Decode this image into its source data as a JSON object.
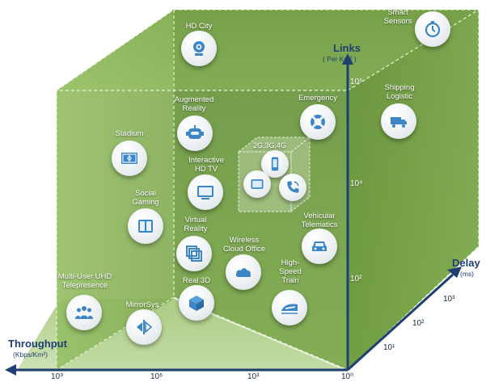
{
  "axes": {
    "links": {
      "title": "Links",
      "unit": "( Per Km² )",
      "ticks": [
        "10⁶",
        "10⁴",
        "10²"
      ]
    },
    "delay": {
      "title": "Delay",
      "unit": "(ms)",
      "ticks": [
        "10³",
        "10²",
        "10¹"
      ]
    },
    "throughput": {
      "title": "Throughput",
      "unit": "(Kbps/Km²)",
      "ticks": [
        "10⁹",
        "10⁶",
        "10³",
        "10⁰"
      ]
    }
  },
  "legacy_label": "2G,3G,4G",
  "applications": [
    {
      "label": "HD City",
      "icon": "webcam-icon"
    },
    {
      "label": "Smart\nSensors",
      "icon": "stopwatch-icon"
    },
    {
      "label": "Augmented\nReality",
      "icon": "robot-icon"
    },
    {
      "label": "Emergency",
      "icon": "lifebuoy-icon"
    },
    {
      "label": "Shipping\nLogistic",
      "icon": "truck-icon"
    },
    {
      "label": "Stadium",
      "icon": "stadium-icon"
    },
    {
      "label": "Interactive\nHD TV",
      "icon": "tv-icon"
    },
    {
      "label": "Social\nGaming",
      "icon": "gamepad-icon"
    },
    {
      "label": "Vehicular\nTelematics",
      "icon": "car-icon"
    },
    {
      "label": "Virtual\nReality",
      "icon": "vr-icon"
    },
    {
      "label": "Wireless\nCloud Office",
      "icon": "cloud-icon"
    },
    {
      "label": "High-\nSpeed\nTrain",
      "icon": "train-icon"
    },
    {
      "label": "Multi-User UHD\nTelepresence",
      "icon": "people-icon"
    },
    {
      "label": "Real 3D",
      "icon": "cube-icon"
    },
    {
      "label": "MirrorSys",
      "icon": "mirror-icon"
    }
  ],
  "colors": {
    "face_front": "#7fa44a",
    "face_back": "#6f9443",
    "face_top": "#8fb75a",
    "axis": "#1f3f72"
  }
}
